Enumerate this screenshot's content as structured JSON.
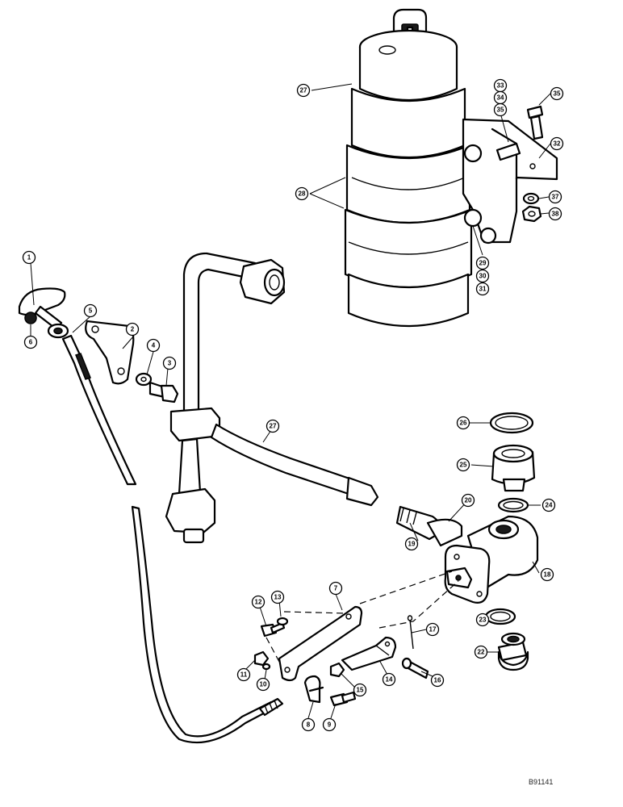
{
  "figure_id": "B91141",
  "callouts": [
    "1",
    "2",
    "3",
    "4",
    "5",
    "6",
    "7",
    "8",
    "9",
    "10",
    "11",
    "12",
    "13",
    "14",
    "15",
    "16",
    "17",
    "18",
    "19",
    "20",
    "22",
    "23",
    "24",
    "25",
    "26",
    "27",
    "27",
    "28",
    "29",
    "30",
    "31",
    "32",
    "33",
    "34",
    "35",
    "35",
    "37",
    "38"
  ]
}
